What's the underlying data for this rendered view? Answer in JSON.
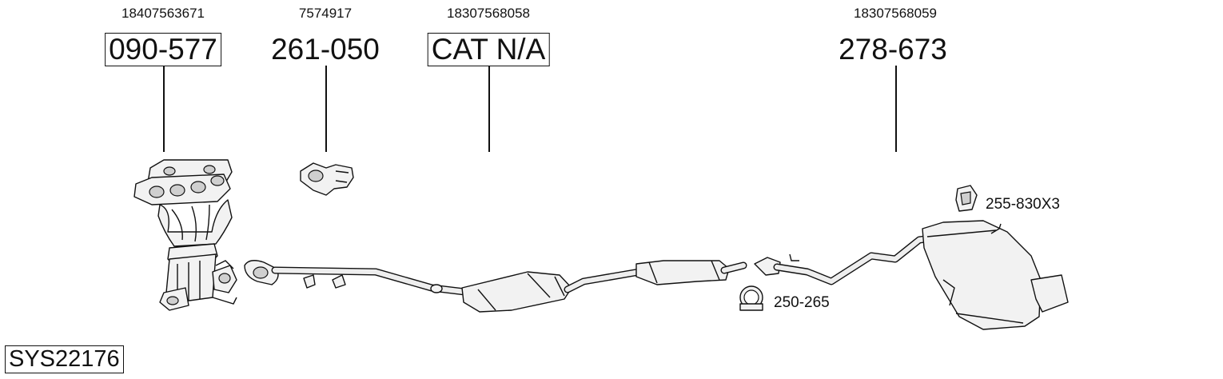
{
  "diagram": {
    "system_code": "SYS22176",
    "parts": [
      {
        "oem": "18407563671",
        "number": "090-577",
        "boxed": true
      },
      {
        "oem": "7574917",
        "number": "261-050",
        "boxed": false
      },
      {
        "oem": "18307568058",
        "number": "CAT N/A",
        "boxed": true
      },
      {
        "oem": "18307568059",
        "number": "278-673",
        "boxed": false
      }
    ],
    "fittings": [
      {
        "number": "255-830X3"
      },
      {
        "number": "250-265"
      }
    ]
  }
}
